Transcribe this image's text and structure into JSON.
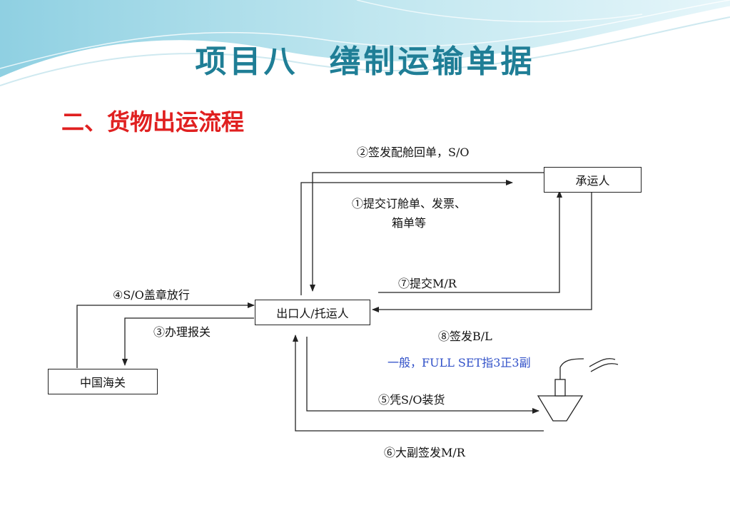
{
  "slide": {
    "title_part1": "项目八",
    "title_part2": "缮制运输单据",
    "subtitle": "二、货物出运流程"
  },
  "nodes": {
    "carrier": "承运人",
    "exporter": "出口人/托运人",
    "customs": "中国海关"
  },
  "steps": {
    "step1_line1": "①提交订舱单、发票、",
    "step1_line2": "箱单等",
    "step2": "②签发配舱回单，S/O",
    "step3": "③办理报关",
    "step4": "④S/O盖章放行",
    "step5": "⑤凭S/O装货",
    "step6": "⑥大副签发M/R",
    "step7": "⑦提交M/R",
    "step8": "⑧签发B/L",
    "note": "一般，FULL SET指3正3副"
  },
  "colors": {
    "title": "#1f7e96",
    "subtitle": "#e02020",
    "note": "#3050c8",
    "lines": "#222222"
  },
  "icons": {
    "ship": "crane-hook-icon",
    "header": "wave-header-decoration"
  }
}
